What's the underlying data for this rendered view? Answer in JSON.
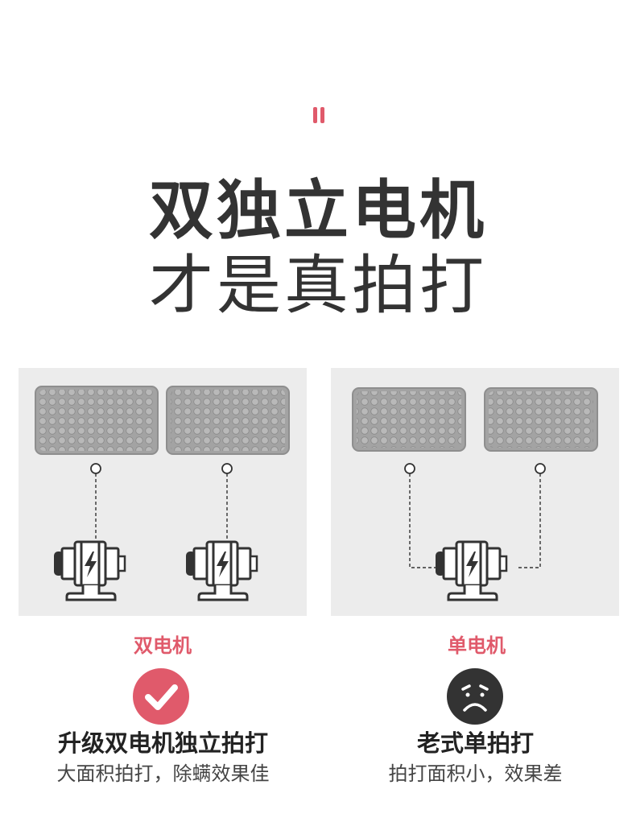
{
  "headline": {
    "line1": "双独立电机",
    "line2": "才是真拍打"
  },
  "left": {
    "label": "双电机",
    "badge_icon": "check-icon",
    "title": "升级双电机独立拍打",
    "subtitle": "大面积拍打，除螨效果佳"
  },
  "right": {
    "label": "单电机",
    "badge_icon": "sad-face-icon",
    "title": "老式单拍打",
    "subtitle": "拍打面积小，效果差"
  },
  "colors": {
    "accent": "#e05a6b",
    "text_dark": "#333333",
    "panel_bg": "#ececec",
    "pad_gray": "#9e9e9e",
    "sad_badge": "#333333"
  }
}
